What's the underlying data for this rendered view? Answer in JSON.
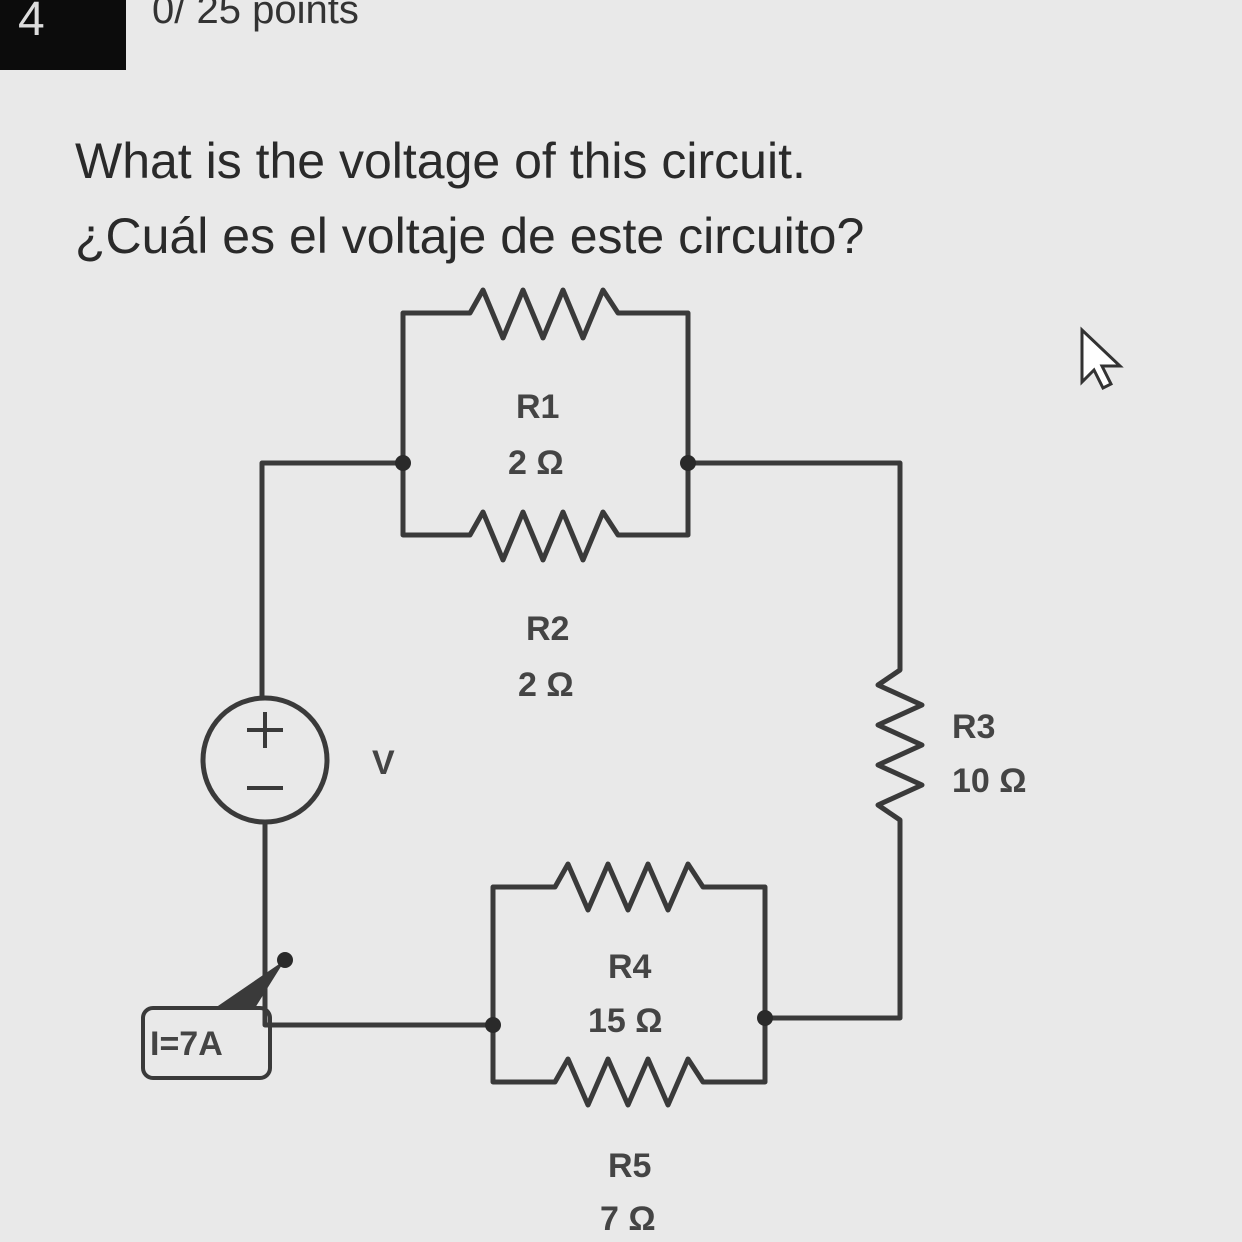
{
  "header": {
    "question_number": "4",
    "points": "0/ 25 points"
  },
  "question": {
    "line_en": "What is the voltage of this circuit.",
    "line_es": "¿Cuál es el voltaje de este circuito?"
  },
  "circuit": {
    "source": {
      "label": "V",
      "plus": "+",
      "minus": "—"
    },
    "current_tag": "I=7A",
    "resistors": [
      {
        "name": "R1",
        "value": "2 Ω"
      },
      {
        "name": "R2",
        "value": "2 Ω"
      },
      {
        "name": "R3",
        "value": "10 Ω"
      },
      {
        "name": "R4",
        "value": "15 Ω"
      },
      {
        "name": "R5",
        "value": "7 Ω"
      }
    ]
  }
}
